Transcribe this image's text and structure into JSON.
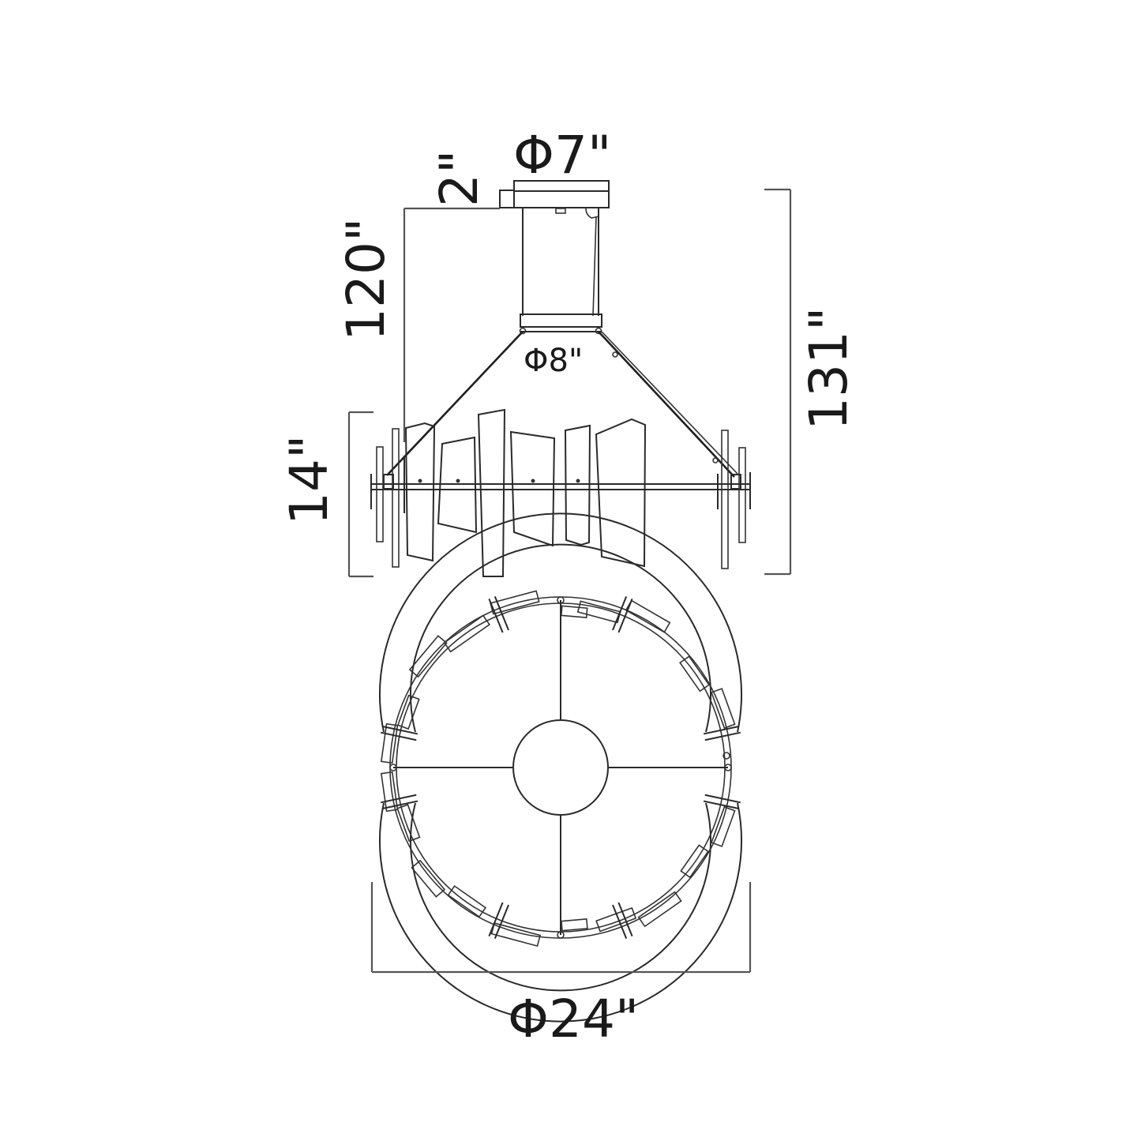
{
  "diagram": {
    "type": "technical-dimension-drawing",
    "subject": "pendant chandelier",
    "views": [
      "side-elevation",
      "top-plan"
    ],
    "dimensions": {
      "canopy_diameter": "Φ7\"",
      "canopy_height": "2\"",
      "cable_length": "120\"",
      "fixture_top_diameter": "Φ8\"",
      "overall_height": "131\"",
      "fixture_body_height": "14\"",
      "fixture_diameter": "Φ24\""
    },
    "colors": {
      "background": "#ffffff",
      "line": "#2a2a2a",
      "dimension_line": "#555555",
      "text": "#1a1a1a"
    }
  }
}
